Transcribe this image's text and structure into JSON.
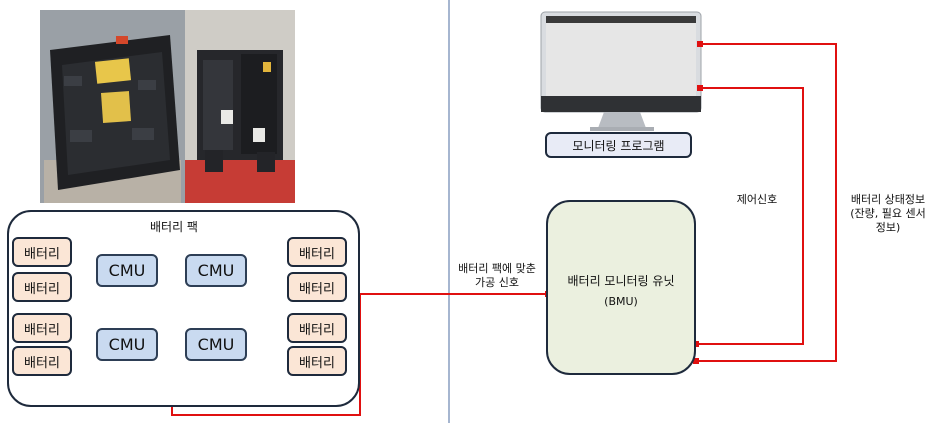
{
  "pack": {
    "title": "배터리 팩",
    "cell_label": "배터리",
    "cmu_label": "CMU"
  },
  "monitor": {
    "label": "모니터링 프로그램"
  },
  "bmu": {
    "label": "배터리 모니터링 유닛",
    "sub": "(BMU)"
  },
  "signals": {
    "processed_line1": "배터리 팩에 맞춘",
    "processed_line2": "가공 신호",
    "control": "제어신호",
    "status_line1": "배터리 상태정보",
    "status_line2": "(잔량, 필요 센서",
    "status_line3": "정보)"
  },
  "colors": {
    "signal_line": "#e01010",
    "wire": "#111111",
    "divider": "#6b86b0",
    "cell_fill": "#fbe6d6",
    "cmu_fill": "#c9daf0",
    "bmu_fill": "#ebf0df"
  }
}
